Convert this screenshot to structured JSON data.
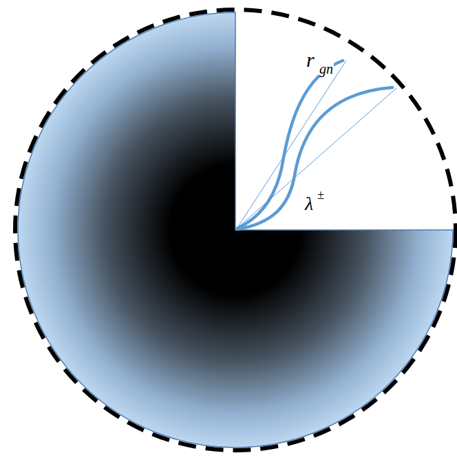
{
  "diagram": {
    "labels": [
      "r",
      "gn",
      "λ",
      "±"
    ]
  }
}
